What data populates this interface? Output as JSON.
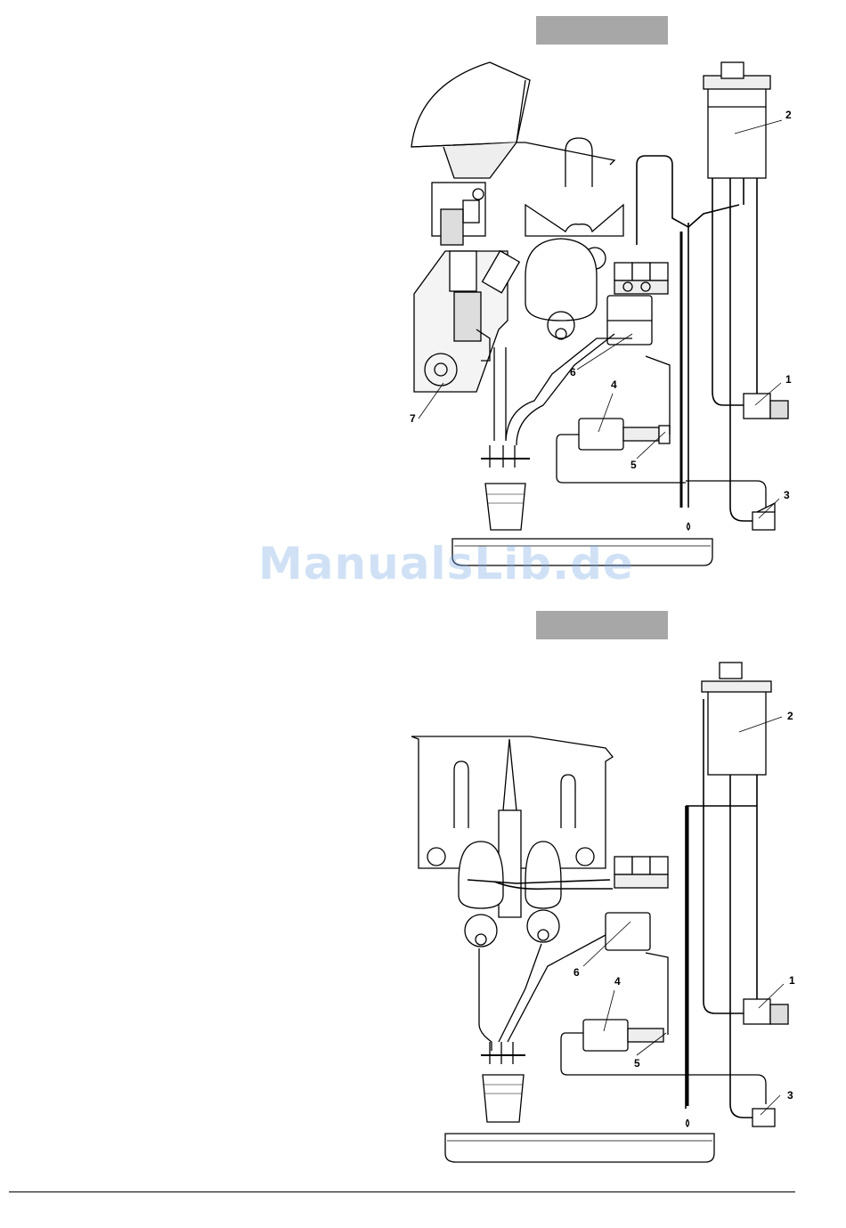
{
  "watermark": {
    "text": "ManualsLib.de"
  },
  "figures": [
    {
      "id": "top",
      "callouts": [
        "1",
        "2",
        "3",
        "4",
        "5",
        "6",
        "7"
      ]
    },
    {
      "id": "bottom",
      "callouts": [
        "1",
        "2",
        "3",
        "4",
        "5",
        "6"
      ]
    }
  ],
  "colors": {
    "header_bar": "#a7a7a7",
    "line": "#000000",
    "fill_light": "#e6e6e6",
    "watermark": "#9fc3ea"
  }
}
